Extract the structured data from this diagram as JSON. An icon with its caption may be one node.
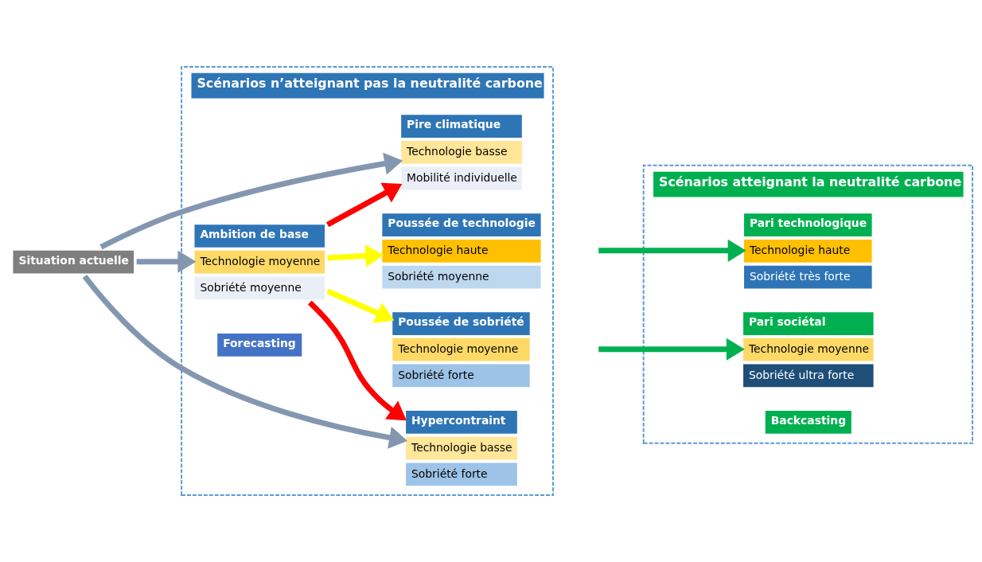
{
  "diagram": {
    "nodes": [
      {
        "text": [
          "Situation actuelle"
        ]
      },
      {
        "text": [
          "Scénarios n’atteignant pas la neutralité carbone"
        ]
      },
      {
        "text": [
          "Pire climatique",
          "Technologie basse",
          "Mobilité individuelle"
        ],
        "in": 1
      },
      {
        "text": [
          "Poussée de technologie",
          "Technologie haute",
          "Sobriété moyenne"
        ],
        "in": 1
      },
      {
        "text": [
          "Ambition de base",
          "Technologie moyenne",
          "Sobriété moyenne"
        ],
        "in": 1
      },
      {
        "text": [
          "Hypercontraint",
          "Technologie basse",
          "Sobriété forte"
        ],
        "in": 1
      },
      {
        "text": [
          "Poussée de sobriété",
          "Technologie moyenne",
          "Sobriété forte"
        ],
        "in": 1
      },
      {
        "text": [
          "Forecasting"
        ],
        "in": 1
      },
      {
        "text": [
          "Scénarios atteignant la neutralité carbone"
        ]
      },
      {
        "text": [
          "Pari technologique",
          "Technologie haute",
          "Sobriété très forte"
        ],
        "in": 8
      },
      {
        "text": [
          "Pari sociétal",
          "Technologie moyenne",
          "Sobriété ultra forte"
        ],
        "in": 8
      },
      {
        "text": [
          "Backcasting"
        ],
        "in": 8
      }
    ],
    "edges": [
      {
        "from": 0,
        "to": 2,
        "arrow": "to",
        "color": "#8497b0"
      },
      {
        "from": 0,
        "to": 4,
        "arrow": "to",
        "color": "#8497b0"
      },
      {
        "from": 0,
        "to": 5,
        "arrow": "to",
        "color": "#8497b0"
      },
      {
        "from": 4,
        "to": 2,
        "arrow": "to",
        "color": "#ff0000"
      },
      {
        "from": 4,
        "to": 3,
        "arrow": "to",
        "color": "#ffff00"
      },
      {
        "from": 4,
        "to": 5,
        "arrow": "to",
        "color": "#ff0000"
      },
      {
        "from": 4,
        "to": 6,
        "arrow": "to",
        "color": "#ffff00"
      },
      {
        "from": null,
        "to": 9,
        "arrow": "to",
        "color": "#00b050"
      },
      {
        "from": null,
        "to": 10,
        "arrow": "to",
        "color": "#00b050"
      }
    ]
  }
}
